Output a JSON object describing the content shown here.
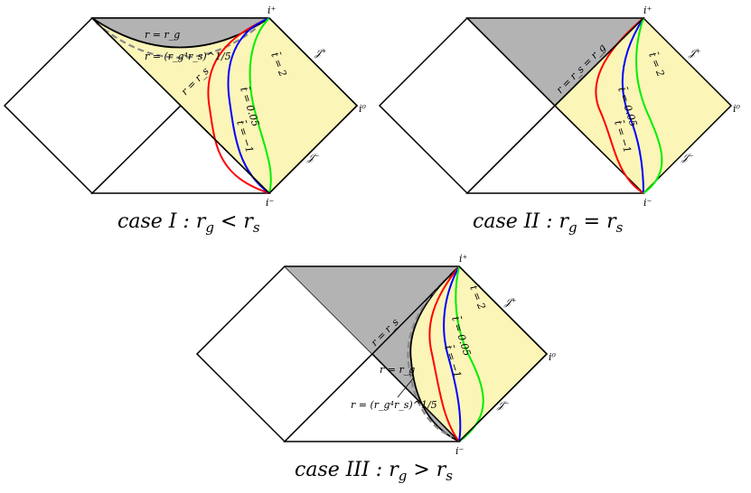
{
  "colors": {
    "region_fill": "#fbf5b8",
    "shaded_fill": "#b3b3b3",
    "outline": "#000000",
    "dashed": "#888888",
    "red": "#ff0000",
    "blue": "#0000ff",
    "green": "#00ee00"
  },
  "panels": [
    {
      "id": "case1",
      "caption": "case I : r_g < r_s",
      "caption_lead": "case I : r",
      "caption_sub1": "g",
      "caption_rel": " < r",
      "caption_sub2": "s",
      "curve_labels": [
        "t̄ = −1",
        "t̄ = 0.05",
        "t̄ = 2"
      ],
      "labels": [
        "r = r_g",
        "r = (r_g⁴r_s)^1/5",
        "r = r_s"
      ],
      "markers": [
        "i⁺",
        "i⁻",
        "i⁰",
        "𝒥⁺",
        "𝒥⁻"
      ]
    },
    {
      "id": "case2",
      "caption": "case II : r_g = r_s",
      "caption_lead": "case II : r",
      "caption_sub1": "g",
      "caption_rel": " = r",
      "caption_sub2": "s",
      "curve_labels": [
        "t̄ = −1",
        "t̄ = 0.05",
        "t̄ = 2"
      ],
      "labels": [
        "r = r_s = r_g"
      ],
      "markers": [
        "i⁺",
        "i⁻",
        "i⁰",
        "𝒥⁺",
        "𝒥⁻"
      ]
    },
    {
      "id": "case3",
      "caption": "case III : r_g > r_s",
      "caption_lead": "case III : r",
      "caption_sub1": "g",
      "caption_rel": " > r",
      "caption_sub2": "s",
      "curve_labels": [
        "t̄ = −1",
        "t̄ = 0.05",
        "t̄ = 2"
      ],
      "labels": [
        "r = r_s",
        "r = r_g",
        "r = (r_g⁴r_s)^1/5"
      ],
      "markers": [
        "i⁺",
        "i⁻",
        "i⁰",
        "𝒥⁺",
        "𝒥⁻"
      ]
    }
  ]
}
